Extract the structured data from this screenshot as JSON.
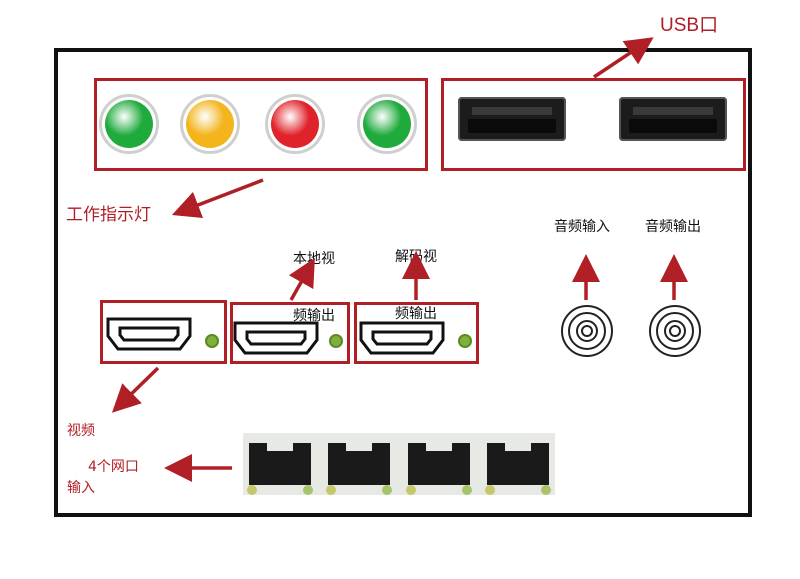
{
  "labels": {
    "usb": "USB口",
    "indicator_lights": "工作指示灯",
    "local_video_out_line1": "本地视",
    "local_video_out_line2": "频输出",
    "decoded_video_out_line1": "解码视",
    "decoded_video_out_line2": "频输出",
    "audio_in": "音频输入",
    "audio_out": "音频输出",
    "video_in_line1": "视频",
    "video_in_line2": "输入",
    "network_ports": "4个网口"
  },
  "indicator_lights": [
    {
      "color": "#1faa3c"
    },
    {
      "color": "#f3b41c"
    },
    {
      "color": "#e0232a"
    },
    {
      "color": "#1faa3c"
    }
  ],
  "colors": {
    "annotation_red": "#b01e26",
    "panel_border": "#111111",
    "led_green": "#7fb03c"
  },
  "counts": {
    "usb_ports": 2,
    "hdmi_ports": 3,
    "audio_jacks": 2,
    "network_ports": 4
  }
}
